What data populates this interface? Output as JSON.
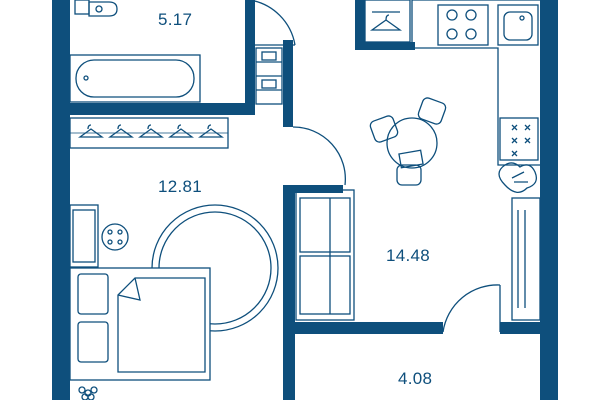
{
  "colors": {
    "wall": "#0e4f7c",
    "line": "#0e4f7c",
    "background": "#ffffff"
  },
  "rooms": {
    "bathroom": {
      "area": "5.17"
    },
    "bedroom": {
      "area": "12.81"
    },
    "kitchen_living": {
      "area": "14.48"
    },
    "hallway": {
      "area": "4.08"
    }
  },
  "icons": [
    "toilet-icon",
    "bathtub-icon",
    "wardrobe-hangers-icon",
    "coat-hanger-icon",
    "stove-icon",
    "sink-icon",
    "dining-table-icon",
    "chair-icon",
    "plant-icon",
    "sofa-icon",
    "bed-icon",
    "rug-icon",
    "washing-machine-icon",
    "refrigerator-icon",
    "cooktop-icon",
    "flower-icon"
  ]
}
